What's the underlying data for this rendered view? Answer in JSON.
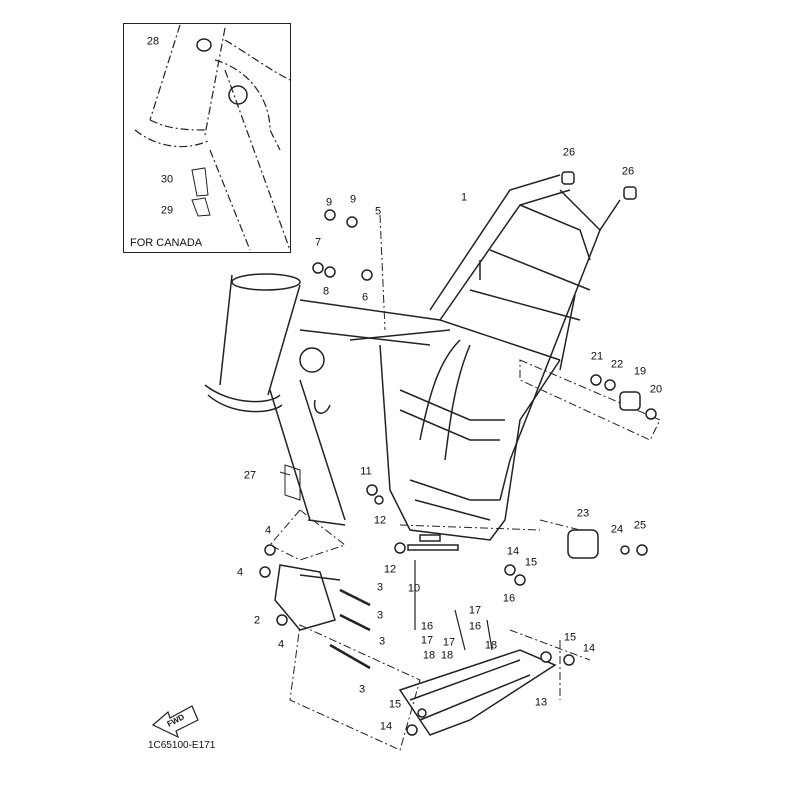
{
  "inset": {
    "caption": "FOR CANADA"
  },
  "diagram_code": "1C65100-E171",
  "fwd_arrow": {
    "label": "FWD",
    "icon": "forward-arrow-icon"
  },
  "callouts": [
    "28",
    "30",
    "29",
    "26",
    "26",
    "1",
    "9",
    "9",
    "5",
    "7",
    "8",
    "6",
    "21",
    "22",
    "19",
    "20",
    "27",
    "11",
    "12",
    "23",
    "24",
    "25",
    "4",
    "4",
    "12",
    "10",
    "14",
    "15",
    "17",
    "16",
    "3",
    "3",
    "3",
    "2",
    "4",
    "16",
    "16",
    "17",
    "17",
    "18",
    "18",
    "18",
    "15",
    "14",
    "13",
    "3",
    "15",
    "14"
  ]
}
